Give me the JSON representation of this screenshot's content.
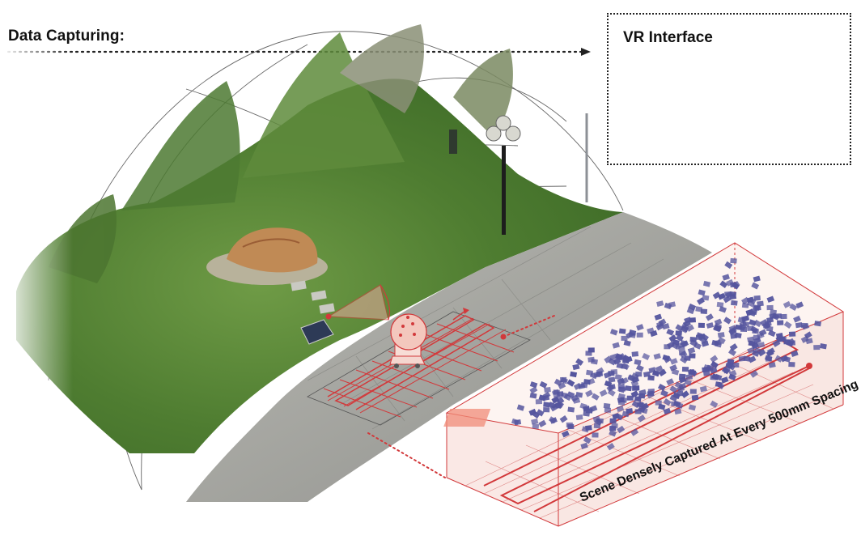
{
  "header": {
    "data_capturing_label": "Data Capturing:"
  },
  "vr_panel": {
    "title": "VR Interface"
  },
  "caption": {
    "text": "Scene Densely Captured At Every 500mm Spacing"
  },
  "colors": {
    "accent_red": "#d2393b",
    "frustum_blue": "#55559e",
    "grass_green": "#5f8f3a",
    "pavement_gray": "#a9aaa4"
  },
  "icons": [
    "vr-headset-icon",
    "left-controller-icon",
    "right-controller-icon",
    "robot-icon"
  ]
}
